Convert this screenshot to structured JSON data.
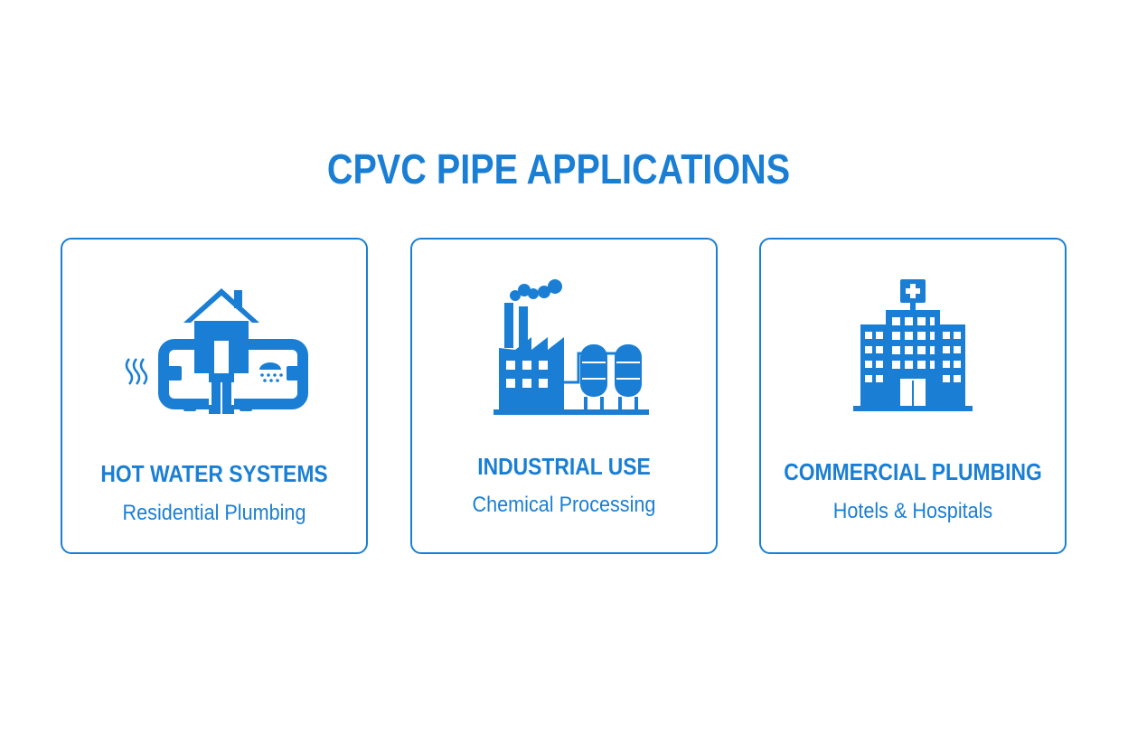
{
  "title": "CPVC PIPE APPLICATIONS",
  "accent_color": "#1a7fd4",
  "cards": [
    {
      "title": "HOT WATER SYSTEMS",
      "subtitle": "Residential Plumbing",
      "icon": "house-pipes-icon"
    },
    {
      "title": "INDUSTRIAL USE",
      "subtitle": "Chemical Processing",
      "icon": "factory-tanks-icon"
    },
    {
      "title": "COMMERCIAL PLUMBING",
      "subtitle": "Hotels & Hospitals",
      "icon": "hospital-building-icon"
    }
  ]
}
